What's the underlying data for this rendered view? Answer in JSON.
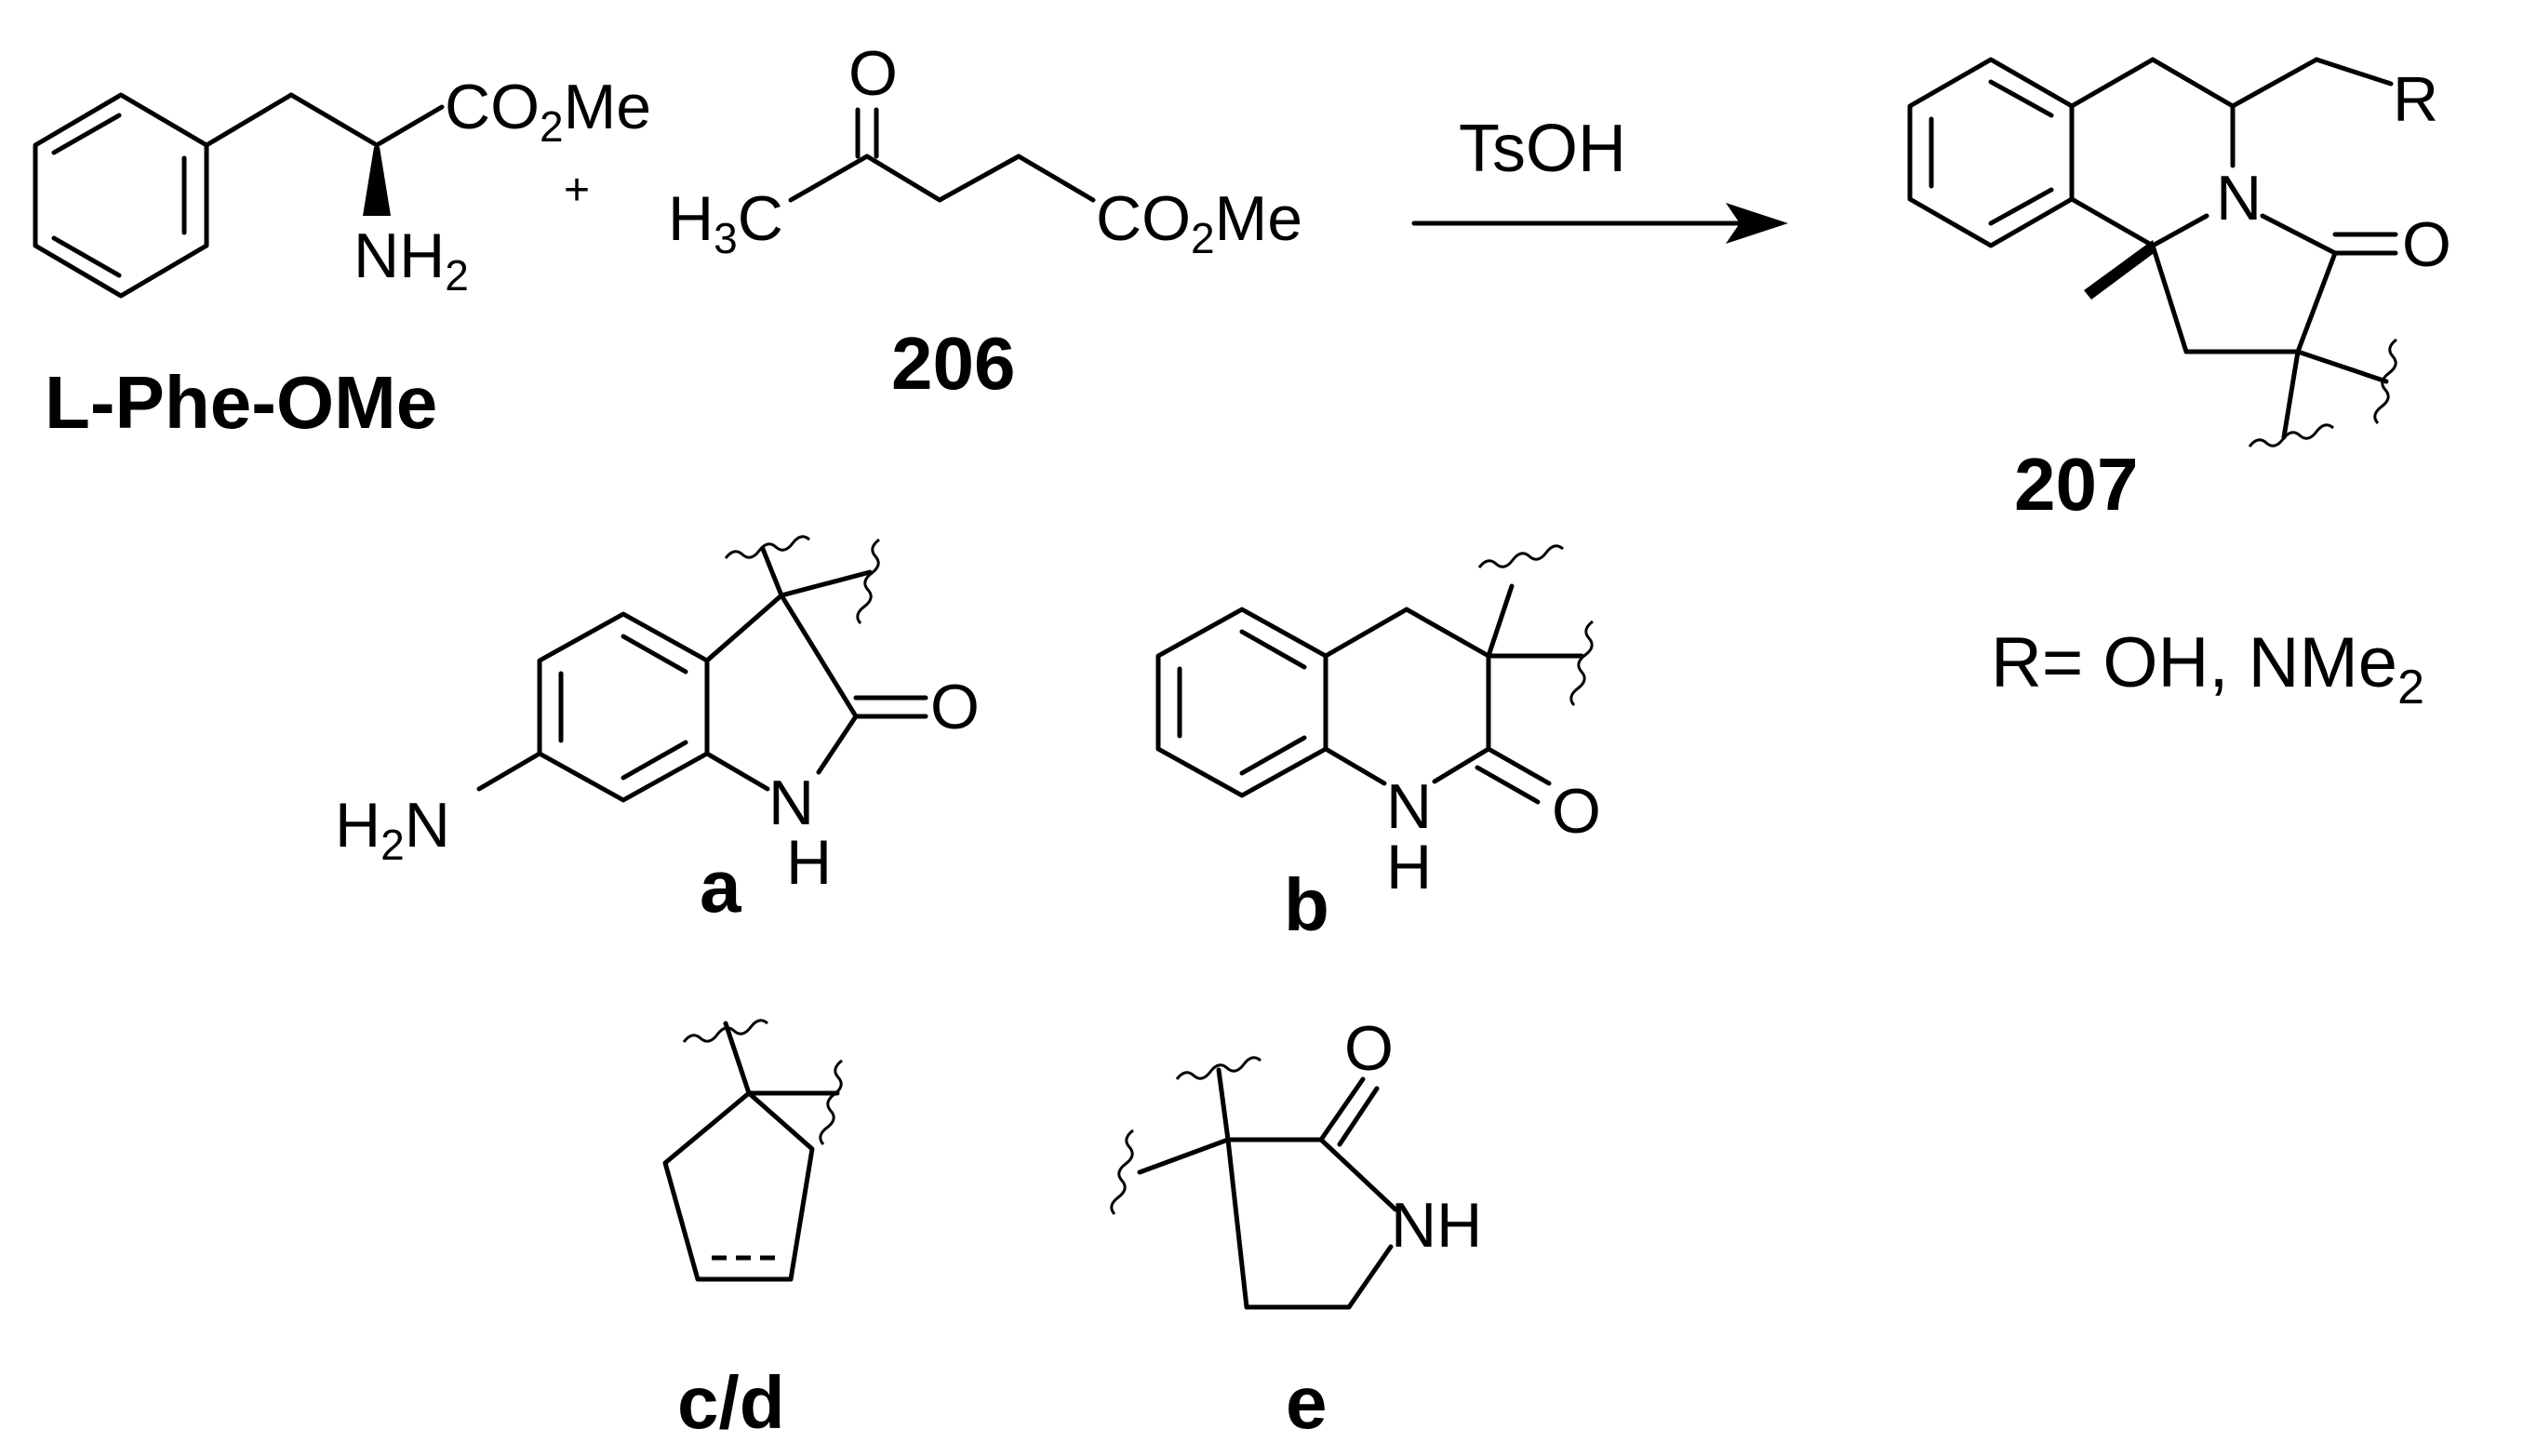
{
  "reactants": {
    "phe": {
      "ester": "CO",
      "ester_sub": "2",
      "ester_tail": "Me",
      "amine": "NH",
      "amine_sub": "2",
      "label": "L-Phe-OMe"
    },
    "plus": "+",
    "ketoester": {
      "oxygen": "O",
      "methyl": "H",
      "methyl_sub": "3",
      "methyl_tail": "C",
      "ester": "CO",
      "ester_sub": "2",
      "ester_tail": "Me",
      "label": "206"
    }
  },
  "reagent": "TsOH",
  "product": {
    "r_group": "R",
    "nitrogen": "N",
    "oxygen": "O",
    "label": "207",
    "r_def": "R= OH, NMe",
    "r_def_sub": "2"
  },
  "fragments": {
    "a": {
      "label": "a",
      "amine": "H",
      "amine_sub": "2",
      "amine_tail": "N",
      "oxygen": "O",
      "nh_n": "N",
      "nh_h": "H"
    },
    "b": {
      "label": "b",
      "oxygen": "O",
      "nh_n": "N",
      "nh_h": "H"
    },
    "cd": {
      "label": "c/d"
    },
    "e": {
      "label": "e",
      "oxygen": "O",
      "nh": "NH"
    }
  }
}
